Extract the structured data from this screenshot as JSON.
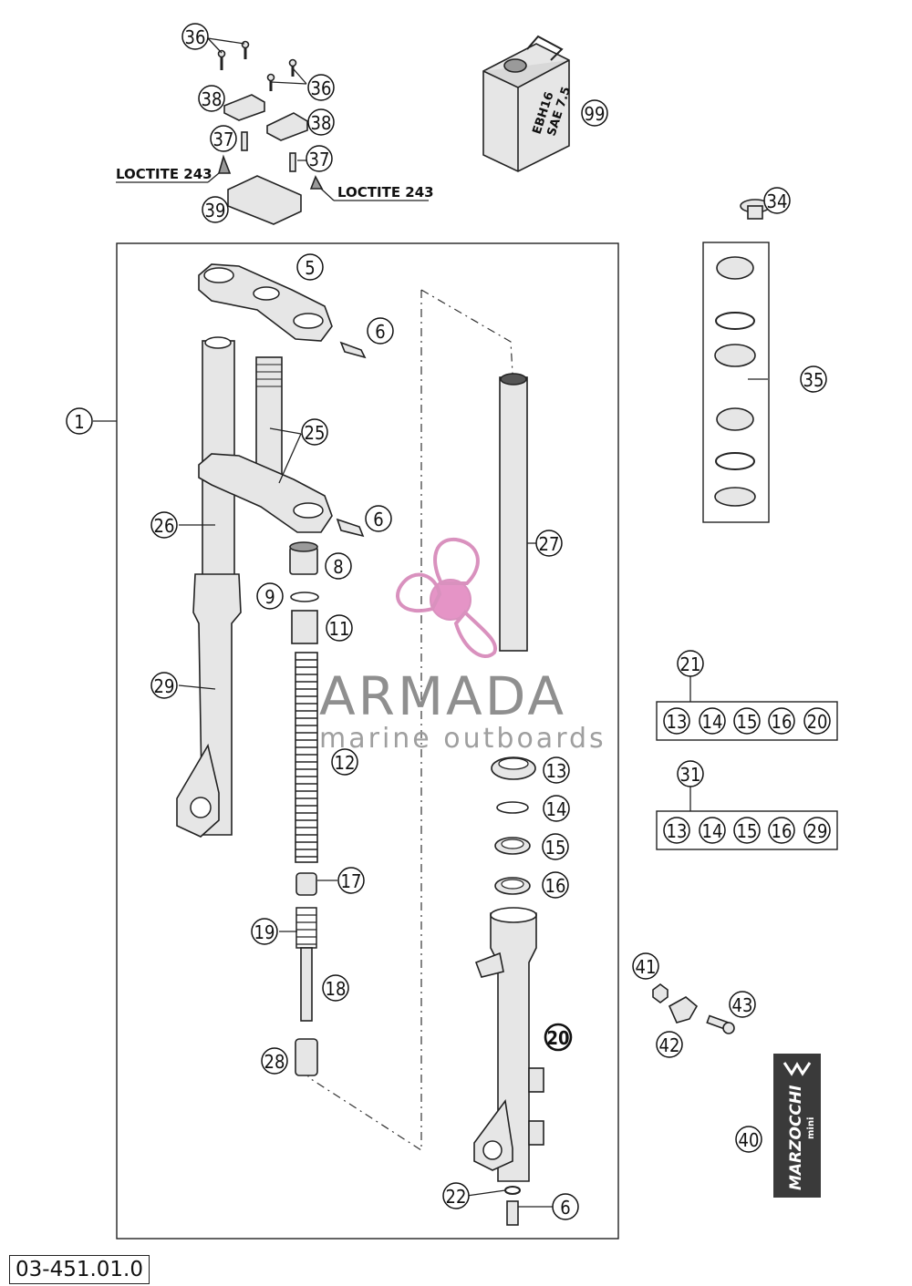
{
  "document_number": "03-451.01.0",
  "notes": [
    "LOCTITE 243",
    "LOCTITE 243"
  ],
  "oil_can_label": [
    "EBH16",
    "SAE 7.5"
  ],
  "watermark": {
    "brand": "ARMADA",
    "tagline": "marine outboards",
    "brand_color": "#e8a6cf"
  },
  "logo_text": [
    "MARZOCCHI",
    "mini"
  ],
  "callouts": [
    "36",
    "36",
    "38",
    "38",
    "37",
    "37",
    "39",
    "99",
    "34",
    "5",
    "6",
    "1",
    "25",
    "6",
    "26",
    "8",
    "9",
    "11",
    "29",
    "12",
    "17",
    "19",
    "18",
    "28",
    "27",
    "13",
    "14",
    "15",
    "16",
    "20",
    "22",
    "6",
    "35",
    "21",
    "13",
    "14",
    "15",
    "16",
    "20",
    "31",
    "13",
    "14",
    "15",
    "16",
    "29",
    "41",
    "43",
    "42",
    "40"
  ],
  "bold_callouts": [
    "20"
  ]
}
